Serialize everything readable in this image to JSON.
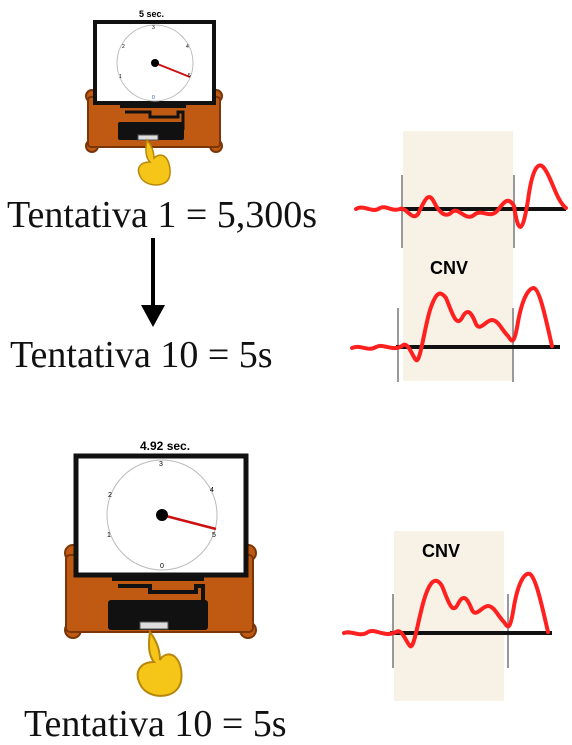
{
  "scene_top": {
    "timer_label": "5 sec.",
    "dial_numbers": [
      "3",
      "4",
      "5",
      "0",
      "1",
      "2"
    ],
    "caption_trial1": "Tentativa 1 = 5,300s",
    "caption_trial10": "Tentativa 10 = 5s",
    "erp_label": "CNV"
  },
  "scene_bottom": {
    "timer_label": "4.92 sec.",
    "dial_numbers": [
      "3",
      "4",
      "5",
      "0",
      "1",
      "2"
    ],
    "caption": "Tentativa 10 = 5s",
    "erp_label": "CNV"
  },
  "colors": {
    "furniture": "#c05a12",
    "furniture_dark": "#7a3608",
    "screen_frame": "#111111",
    "clock_hand": "#cc1111",
    "erp_wave": "#ff2020",
    "baseline": "#111111",
    "window_shade": "#f8f2e6",
    "hand": "#f5c518"
  }
}
